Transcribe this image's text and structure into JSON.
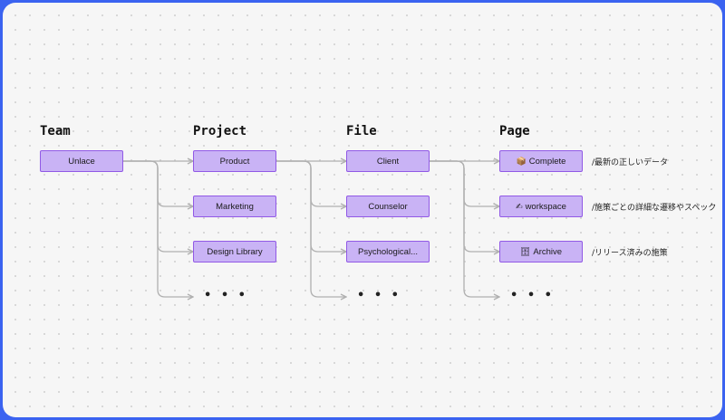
{
  "columns": [
    {
      "title": "Team"
    },
    {
      "title": "Project"
    },
    {
      "title": "File"
    },
    {
      "title": "Page"
    }
  ],
  "team": {
    "node": "Unlace"
  },
  "project": {
    "nodes": [
      "Product",
      "Marketing",
      "Design Library"
    ],
    "more": "• • •"
  },
  "file": {
    "nodes": [
      "Client",
      "Counselor",
      "Psychological..."
    ],
    "more": "• • •"
  },
  "page": {
    "nodes": [
      {
        "icon": "📦",
        "icon_name": "package-icon",
        "label": "Complete"
      },
      {
        "icon": "✍",
        "icon_name": "writing-hand-icon",
        "label": "workspace"
      },
      {
        "icon": "🗄",
        "icon_name": "archive-box-icon",
        "label": "Archive"
      }
    ],
    "more": "• • •"
  },
  "annotations": [
    "/最新の正しいデータ",
    "/施策ごとの詳細な遷移やスペック",
    "/リリース済みの施策"
  ],
  "colors": {
    "node_fill": "#c9b3f5",
    "node_border": "#9159e6",
    "connector": "#b0b0b0",
    "frame_border": "#3b63f0"
  }
}
